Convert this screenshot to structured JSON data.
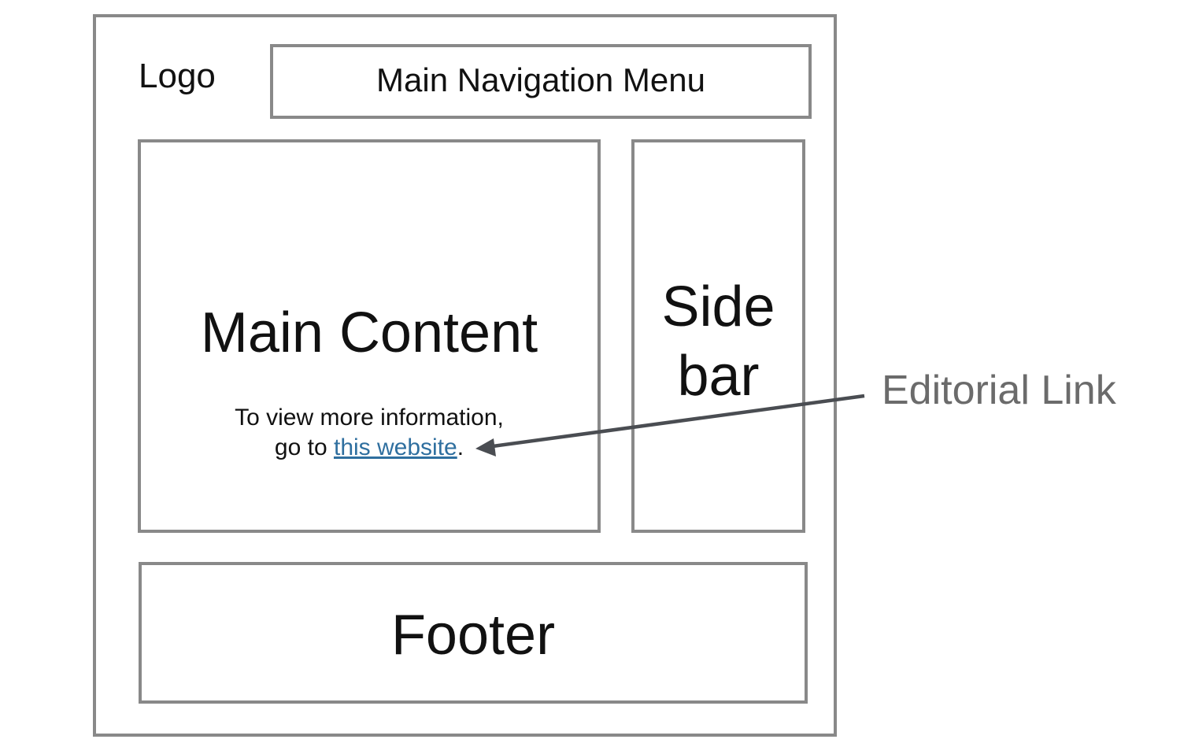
{
  "header": {
    "logo_label": "Logo",
    "nav_label": "Main Navigation Menu"
  },
  "main": {
    "title": "Main Content",
    "text_line1": "To view more information,",
    "text_line2_prefix": "go to ",
    "link_text": "this website",
    "text_line2_suffix": "."
  },
  "sidebar": {
    "label_line1": "Side",
    "label_line2": "bar"
  },
  "footer": {
    "label": "Footer"
  },
  "callout": {
    "label": "Editorial Link"
  },
  "colors": {
    "box_border": "#898989",
    "link": "#2f6f9f",
    "arrow": "#4a4d52",
    "callout_text": "#6b6b6b"
  }
}
